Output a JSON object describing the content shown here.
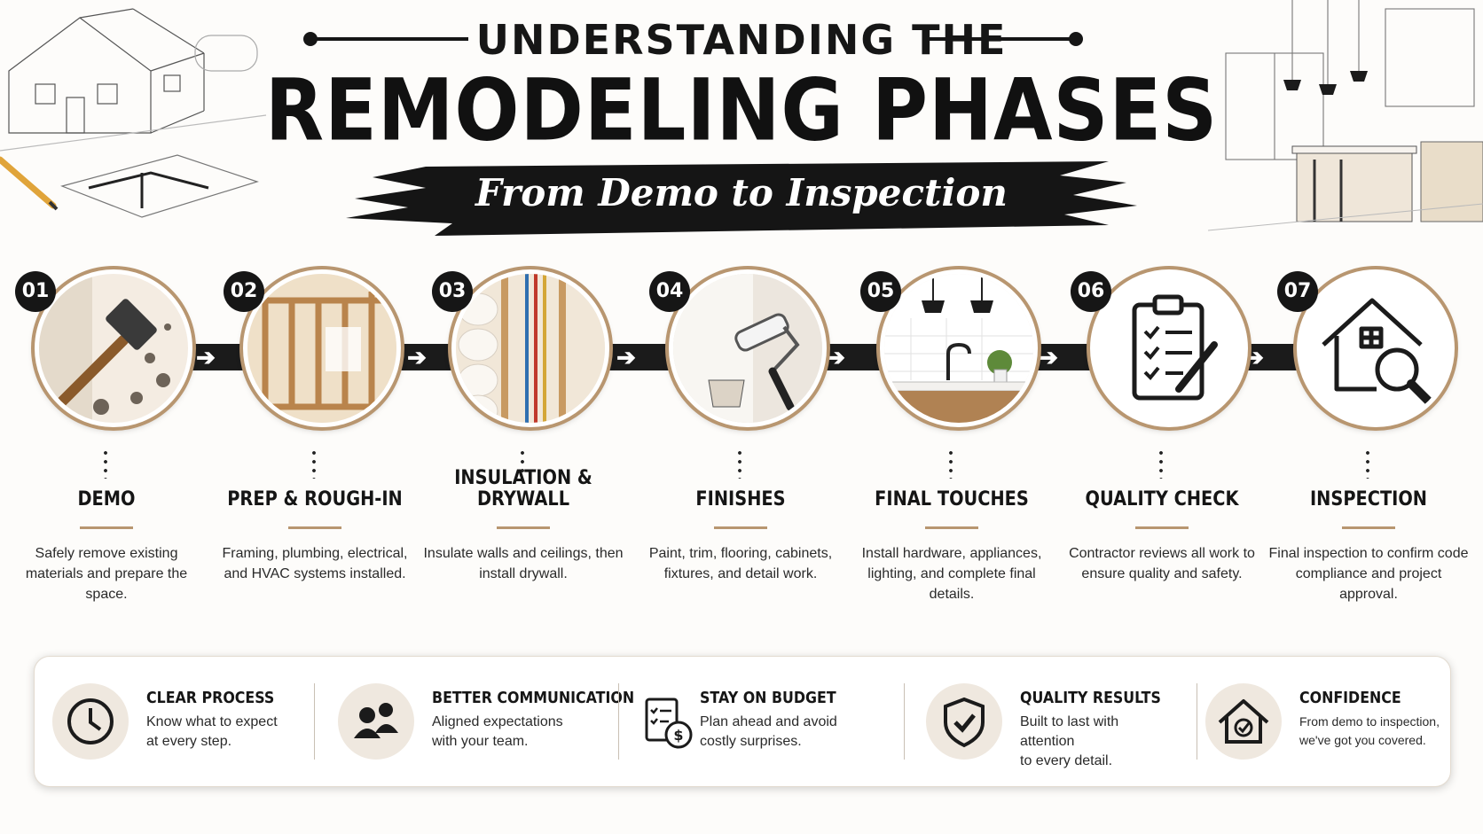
{
  "header": {
    "title_line1": "UNDERSTANDING THE",
    "title_line2": "REMODELING PHASES",
    "subtitle": "From Demo to Inspection"
  },
  "phases": [
    {
      "number": "01",
      "title": "DEMO",
      "description": "Safely remove existing materials and prepare the space.",
      "icon": "hammer-icon"
    },
    {
      "number": "02",
      "title": "PREP & ROUGH-IN",
      "description": "Framing, plumbing, electrical, and HVAC systems installed.",
      "icon": "framing-icon"
    },
    {
      "number": "03",
      "title": "INSULATION & DRYWALL",
      "description": "Insulate walls and ceilings, then install drywall.",
      "icon": "insulation-icon"
    },
    {
      "number": "04",
      "title": "FINISHES",
      "description": "Paint, trim, flooring, cabinets, fixtures, and detail work.",
      "icon": "paint-roller-icon"
    },
    {
      "number": "05",
      "title": "FINAL TOUCHES",
      "description": "Install hardware, appliances, lighting, and complete final details.",
      "icon": "kitchen-icon"
    },
    {
      "number": "06",
      "title": "QUALITY CHECK",
      "description": "Contractor reviews all work to ensure quality and safety.",
      "icon": "clipboard-checklist-icon"
    },
    {
      "number": "07",
      "title": "INSPECTION",
      "description": "Final inspection to confirm code compliance and project approval.",
      "icon": "house-magnifier-icon"
    }
  ],
  "benefits": [
    {
      "title": "CLEAR PROCESS",
      "text": "Know what to expect\nat every step.",
      "icon": "clock-icon"
    },
    {
      "title": "BETTER COMMUNICATION",
      "text": "Aligned expectations\nwith your team.",
      "icon": "people-chat-icon"
    },
    {
      "title": "STAY ON BUDGET",
      "text": "Plan ahead and avoid\ncostly surprises.",
      "icon": "budget-checklist-icon"
    },
    {
      "title": "QUALITY RESULTS",
      "text": "Built to last with attention\nto every detail.",
      "icon": "shield-check-icon"
    },
    {
      "title": "CONFIDENCE",
      "text": "From demo to inspection,\nwe've got you covered.",
      "icon": "house-check-icon"
    }
  ],
  "colors": {
    "accent": "#b89670",
    "dark": "#161616",
    "background": "#fdfcfa",
    "icon_bg": "#efe8df"
  }
}
